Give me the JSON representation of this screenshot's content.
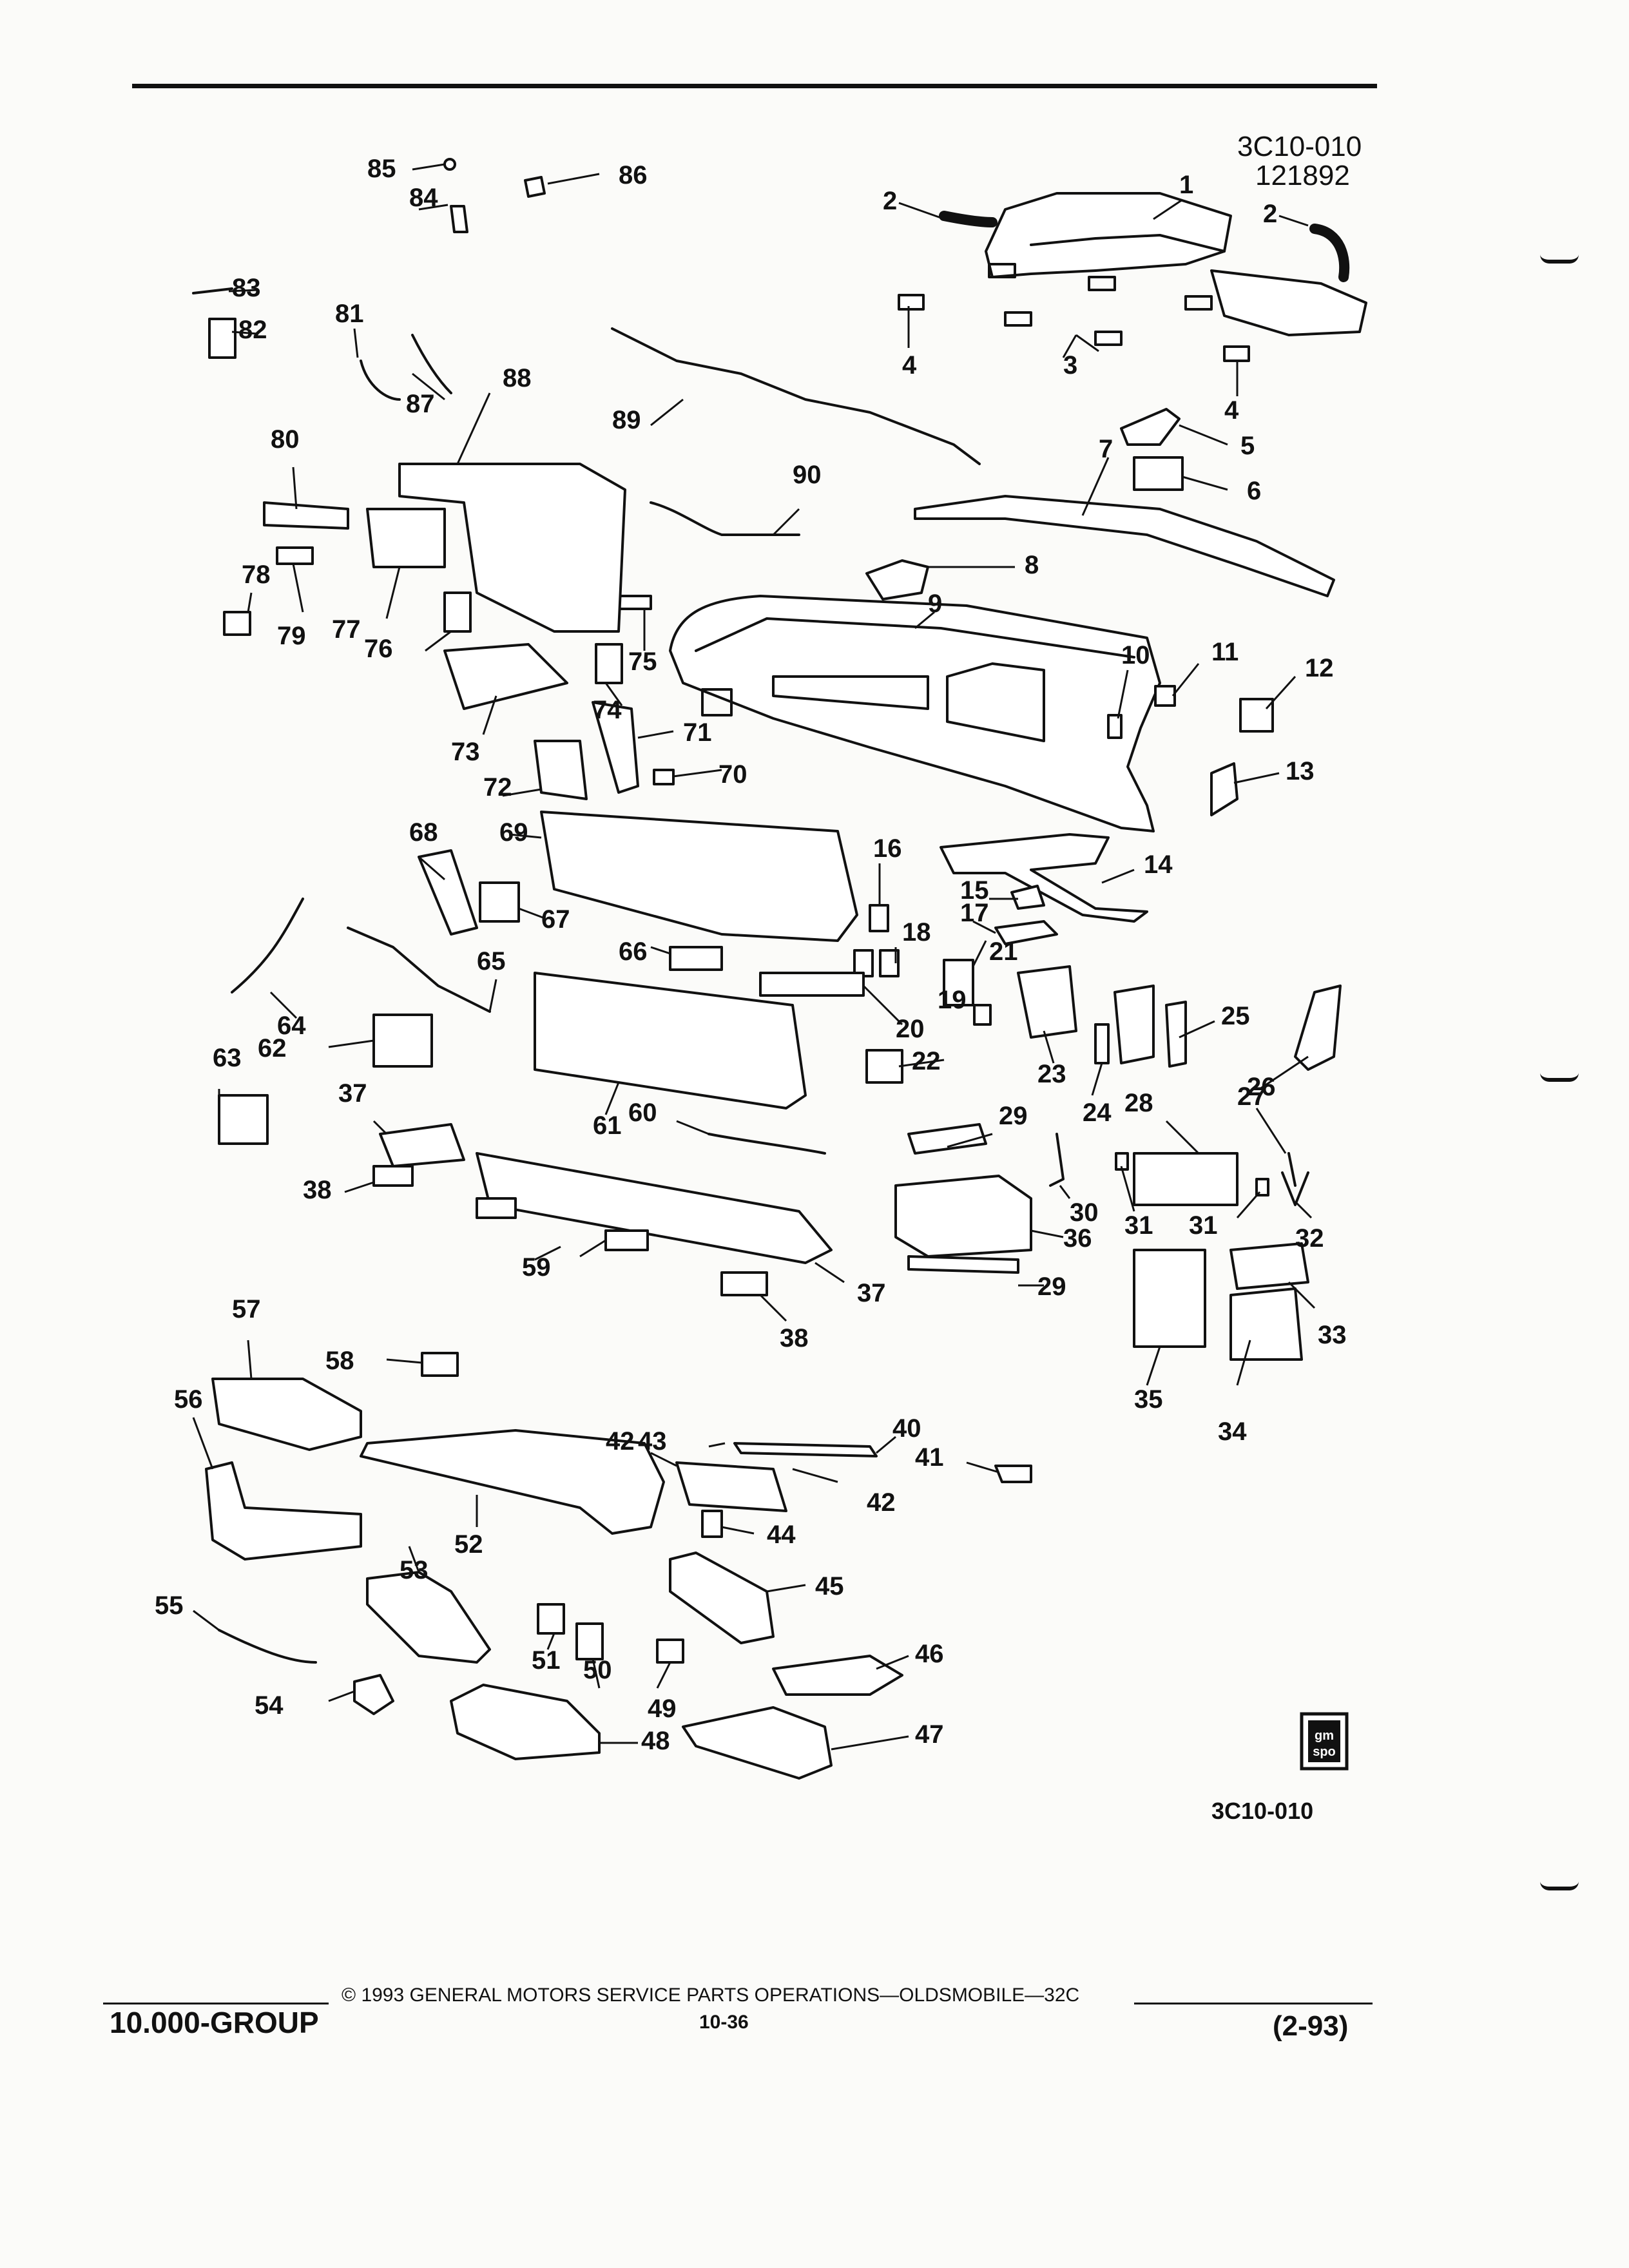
{
  "header": {
    "code": "3C10-010",
    "number": "121892"
  },
  "figure_id": "3C10-010",
  "footer": {
    "group": "10.000-GROUP",
    "copyright": "© 1993 GENERAL MOTORS SERVICE PARTS OPERATIONS—OLDSMOBILE—32C",
    "page": "10-36",
    "date": "(2-93)"
  },
  "logo_text": "gm spo",
  "callouts": [
    "1",
    "2",
    "2",
    "3",
    "4",
    "4",
    "5",
    "6",
    "7",
    "8",
    "9",
    "10",
    "11",
    "12",
    "13",
    "14",
    "15",
    "16",
    "17",
    "18",
    "19",
    "20",
    "21",
    "22",
    "23",
    "24",
    "25",
    "26",
    "27",
    "28",
    "29",
    "29",
    "30",
    "31",
    "31",
    "32",
    "33",
    "34",
    "35",
    "36",
    "37",
    "37",
    "38",
    "38",
    "40",
    "41",
    "42",
    "42",
    "43",
    "44",
    "45",
    "46",
    "47",
    "48",
    "49",
    "50",
    "51",
    "52",
    "53",
    "54",
    "55",
    "56",
    "57",
    "58",
    "59",
    "60",
    "61",
    "62",
    "63",
    "64",
    "65",
    "66",
    "67",
    "68",
    "69",
    "70",
    "71",
    "72",
    "73",
    "74",
    "75",
    "76",
    "77",
    "78",
    "79",
    "80",
    "81",
    "82",
    "83",
    "84",
    "85",
    "86",
    "87",
    "88",
    "89",
    "90"
  ],
  "colors": {
    "ink": "#111111",
    "paper": "#fbfbf9"
  }
}
